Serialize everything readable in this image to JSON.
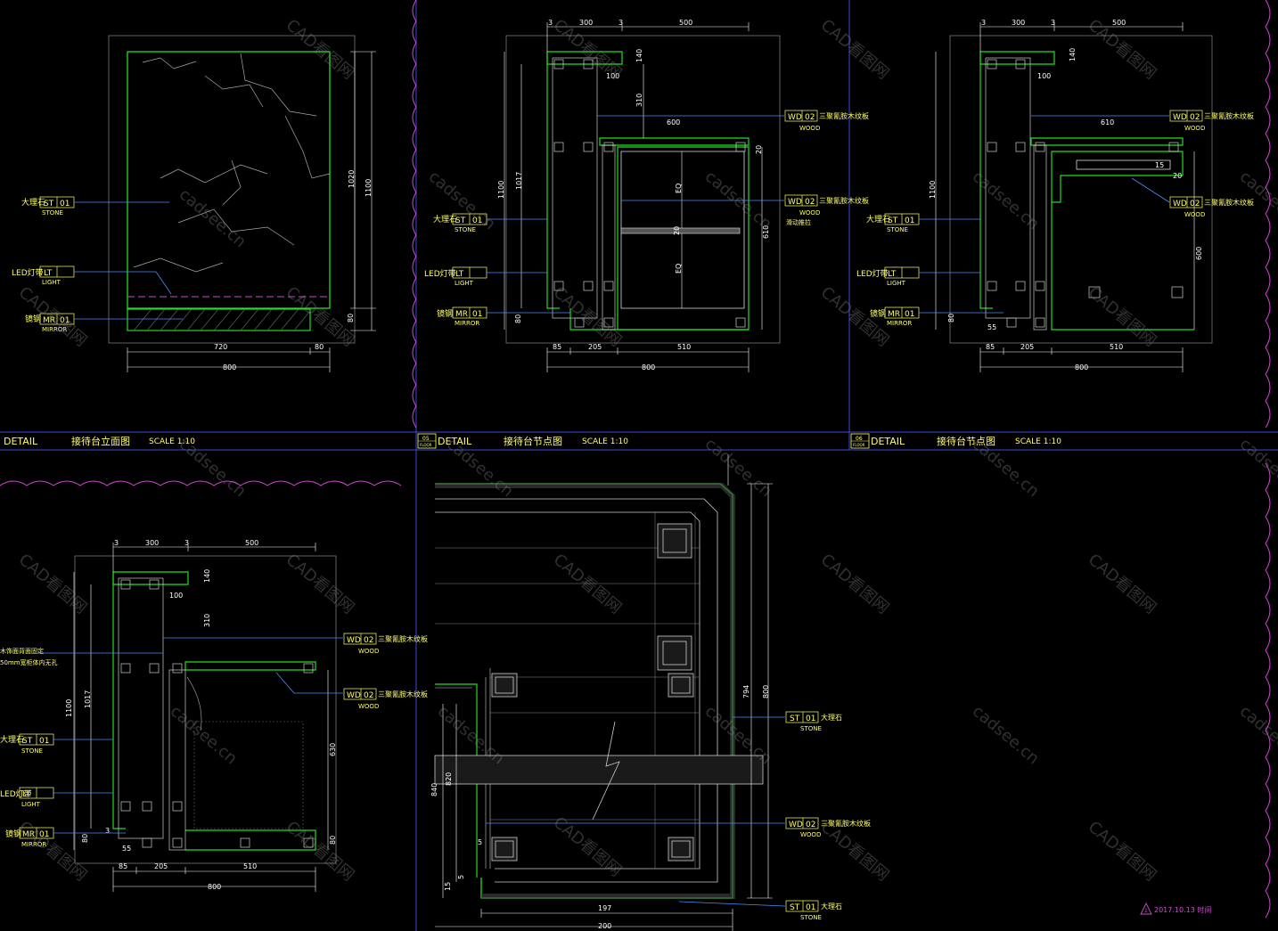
{
  "colors": {
    "background": "#000000",
    "frame": "#3a4bd8",
    "cloud": "#d04ad0",
    "outline": "#22dd22",
    "dimension": "#ffffff",
    "leader": "#4b8cff",
    "text": "#ffff66"
  },
  "views": {
    "elevation": {
      "tags": [
        {
          "code": "ST",
          "num": "01",
          "cn": "大理石",
          "en": "STONE"
        },
        {
          "code": "LT",
          "num": "",
          "cn": "LED灯带",
          "en": "LIGHT"
        },
        {
          "code": "MR",
          "num": "01",
          "cn": "镜钢",
          "en": "MIRROR"
        }
      ],
      "dims_h": [
        "720",
        "80",
        "800"
      ],
      "dims_v": [
        "1020",
        "1100",
        "80"
      ]
    },
    "section1": {
      "tags": [
        {
          "code": "WD",
          "num": "02",
          "cn": "三聚氰胺木纹板",
          "en": "WOOD"
        },
        {
          "code": "WD",
          "num": "02",
          "cn": "三聚氰胺木纹板",
          "en": "WOOD"
        },
        {
          "code": "ST",
          "num": "01",
          "cn": "大理石",
          "en": "STONE"
        },
        {
          "code": "LT",
          "num": "",
          "cn": "LED灯带",
          "en": "LIGHT"
        },
        {
          "code": "MR",
          "num": "01",
          "cn": "镜钢",
          "en": "MIRROR"
        }
      ],
      "dims_top": [
        "3",
        "300",
        "3",
        "500"
      ],
      "dims_bottom": [
        "85",
        "205",
        "510",
        "800"
      ],
      "dims_left": [
        "1100",
        "1017",
        "80"
      ],
      "dims_inner": [
        "100",
        "310",
        "600",
        "140",
        "20",
        "20",
        "610",
        "EQ",
        "EQ"
      ],
      "note": "滑动推拉"
    },
    "section2": {
      "tags": [
        {
          "code": "WD",
          "num": "02",
          "cn": "三聚氰胺木纹板",
          "en": "WOOD"
        },
        {
          "code": "WD",
          "num": "02",
          "cn": "三聚氰胺木纹板",
          "en": "WOOD"
        },
        {
          "code": "ST",
          "num": "01",
          "cn": "大理石",
          "en": "STONE"
        },
        {
          "code": "LT",
          "num": "",
          "cn": "LED灯带",
          "en": "LIGHT"
        },
        {
          "code": "MR",
          "num": "01",
          "cn": "镜钢",
          "en": "MIRROR"
        }
      ],
      "dims_top": [
        "3",
        "300",
        "3",
        "500"
      ],
      "dims_bottom": [
        "85",
        "205",
        "510",
        "800"
      ],
      "dims_left": [
        "1100",
        "80",
        "55"
      ],
      "dims_inner": [
        "610",
        "140",
        "100",
        "600",
        "15",
        "20"
      ]
    },
    "section3": {
      "tags": [
        {
          "code": "WD",
          "num": "02",
          "cn": "三聚氰胺木纹板",
          "en": "WOOD"
        },
        {
          "code": "WD",
          "num": "02",
          "cn": "三聚氰胺木纹板",
          "en": "WOOD"
        },
        {
          "code": "ST",
          "num": "01",
          "cn": "大理石",
          "en": "STONE"
        },
        {
          "code": "LT",
          "num": "",
          "cn": "LED灯带",
          "en": "LIGHT"
        },
        {
          "code": "MR",
          "num": "01",
          "cn": "镜钢",
          "en": "MIRROR"
        }
      ],
      "note_line1": "木饰面背面固定",
      "note_line2": "50mm宽柜体内无孔",
      "dims_top": [
        "3",
        "300",
        "3",
        "500"
      ],
      "dims_bottom": [
        "85",
        "205",
        "510",
        "800"
      ],
      "dims_left": [
        "1100",
        "1017",
        "80",
        "3",
        "55"
      ],
      "dims_inner": [
        "100",
        "310",
        "140",
        "630",
        "80"
      ]
    },
    "plan_detail": {
      "tags": [
        {
          "code": "ST",
          "num": "01",
          "cn": "大理石",
          "en": "STONE"
        },
        {
          "code": "WD",
          "num": "02",
          "cn": "三聚氰胺木纹板",
          "en": "WOOD"
        },
        {
          "code": "ST",
          "num": "01",
          "cn": "大理石",
          "en": "STONE"
        }
      ],
      "dims": [
        "794",
        "800",
        "820",
        "840",
        "15",
        "5",
        "5",
        "197",
        "200"
      ]
    }
  },
  "title_bars": [
    {
      "detail": "DETAIL",
      "name": "接待台立面图",
      "scale": "SCALE 1:10"
    },
    {
      "bubble_top": "05",
      "bubble_bottom": "FLOOR",
      "detail": "DETAIL",
      "name": "接待台节点图",
      "scale": "SCALE 1:10"
    },
    {
      "bubble_top": "06",
      "bubble_bottom": "FLOOR",
      "detail": "DETAIL",
      "name": "接待台节点图",
      "scale": "SCALE 1:10"
    }
  ],
  "revision": {
    "mark": "1",
    "text": "2017.10.13 时间"
  },
  "watermarks": [
    "cadsee.cn",
    "CAD看图网"
  ]
}
